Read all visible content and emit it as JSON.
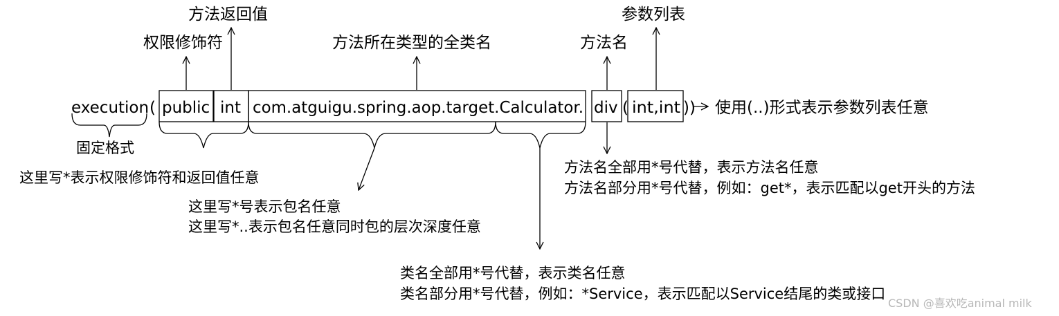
{
  "expression": {
    "keyword": "execution",
    "open_paren": "(",
    "modifier": "public",
    "return_type": "int",
    "class_name": "com.atguigu.spring.aop.target.Calculator.",
    "method_name": "div",
    "param_open": "(",
    "params": "int,int",
    "close_parens": "))"
  },
  "labels": {
    "return_value": "方法返回值",
    "modifier": "权限修饰符",
    "class_full_name": "方法所在类型的全类名",
    "method_name": "方法名",
    "param_list": "参数列表",
    "fixed_format": "固定格式",
    "any_params": "使用(..)形式表示参数列表任意",
    "star_modifier_return": "这里写*表示权限修饰符和返回值任意",
    "package_any_1": "这里写*号表示包名任意",
    "package_any_2": "这里写*..表示包名任意同时包的层次深度任意",
    "method_star_1": "方法名全部用*号代替，表示方法名任意",
    "method_star_2": "方法名部分用*号代替，例如：get*，表示匹配以get开头的方法",
    "class_star_1": "类名全部用*号代替，表示类名任意",
    "class_star_2": "类名部分用*号代替，例如：*Service，表示匹配以Service结尾的类或接口"
  },
  "watermark": "CSDN @喜欢吃animal milk"
}
